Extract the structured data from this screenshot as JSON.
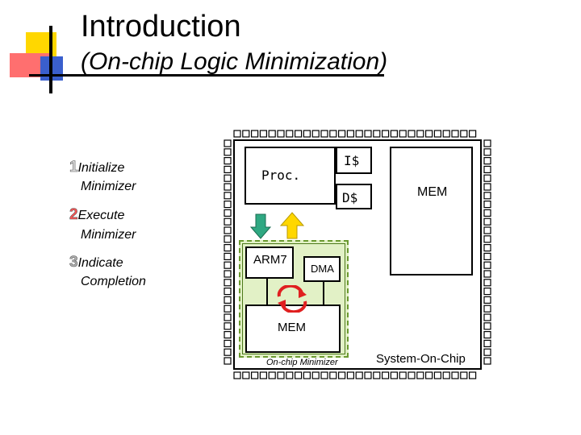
{
  "slide": {
    "title": "Introduction",
    "subtitle": "(On-chip Logic Minimization)"
  },
  "steps": [
    {
      "number": "1",
      "line1": "Initialize",
      "line2": "Minimizer",
      "color": "#e0e0e0"
    },
    {
      "number": "2",
      "line1": "Execute",
      "line2": "Minimizer",
      "color": "#ff5555"
    },
    {
      "number": "3",
      "line1": "Indicate",
      "line2": "Completion",
      "color": "#b0b0b0"
    }
  ],
  "diagram": {
    "proc_label": "Proc.",
    "icache_label": "I$",
    "dcache_label": "D$",
    "mem_label": "MEM",
    "arm7_label": "ARM7",
    "dma_label": "DMA",
    "minimizer_mem_label": "MEM",
    "minimizer_caption": "On-chip Minimizer",
    "soc_caption": "System-On-Chip",
    "colors": {
      "minimizer_fill": "#e2f1c6",
      "arrow_down": "#2fa882",
      "arrow_up": "#ffd700",
      "cycle_arrows": "#e02020"
    }
  }
}
